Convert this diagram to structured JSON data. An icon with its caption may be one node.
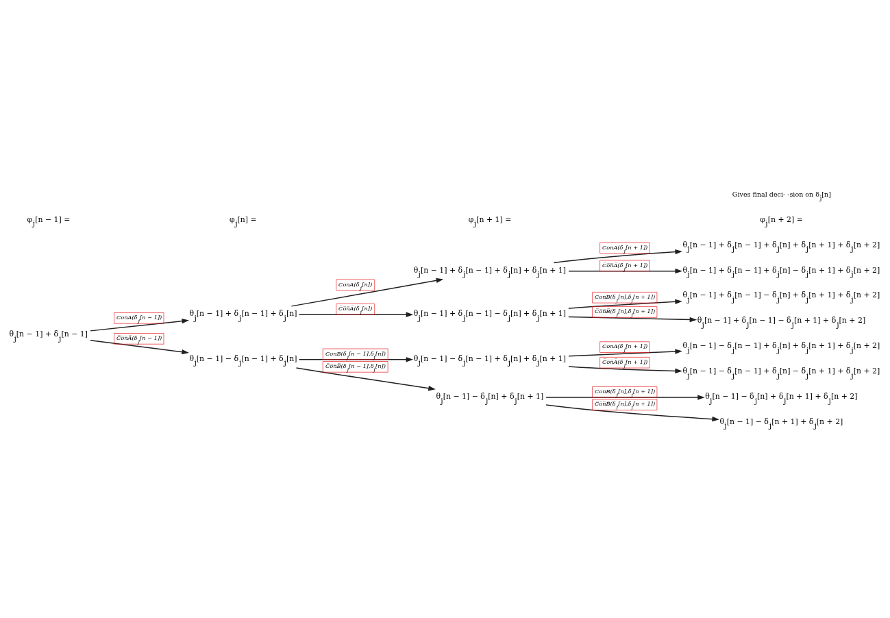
{
  "diagram": {
    "nodes": [
      {
        "text": [
          "θ$_{j}$[n − 1] + δ$_{j}$[n − 1]"
        ]
      },
      {
        "text": [
          "θ$_{j}$[n − 1] + δ$_{j}$[n − 1] + δ$_{j}$[n]"
        ]
      },
      {
        "text": [
          "θ$_{j}$[n − 1] − δ$_{j}$[n − 1] + δ$_{j}$[n]"
        ]
      },
      {
        "text": [
          "θ$_{j}$[n − 1] + δ$_{j}$[n − 1] + δ$_{j}$[n] + δ$_{j}$[n + 1]"
        ]
      },
      {
        "text": [
          "θ$_{j}$[n − 1] + δ$_{j}$[n − 1] − δ$_{j}$[n] + δ$_{j}$[n + 1]"
        ]
      },
      {
        "text": [
          "θ$_{j}$[n − 1] − δ$_{j}$[n − 1] + δ$_{j}$[n] + δ$_{j}$[n + 1]"
        ]
      },
      {
        "text": [
          "θ$_{j}$[n − 1] − δ$_{j}$[n] + δ$_{j}$[n + 1]"
        ]
      },
      {
        "text": [
          "θ$_{j}$[n − 1] + δ$_{j}$[n − 1] + δ$_{j}$[n] + δ$_{j}$[n + 1] + δ$_{j}$[n + 2]"
        ]
      },
      {
        "text": [
          "θ$_{j}$[n − 1] + δ$_{j}$[n − 1] + δ$_{j}$[n] − δ$_{j}$[n + 1] + δ$_{j}$[n + 2]"
        ]
      },
      {
        "text": [
          "θ$_{j}$[n − 1] + δ$_{j}$[n − 1] − δ$_{j}$[n] + δ$_{j}$[n + 1] + δ$_{j}$[n + 2]"
        ]
      },
      {
        "text": [
          "θ$_{j}$[n − 1] + δ$_{j}$[n − 1] − δ$_{j}$[n + 1] + δ$_{j}$[n + 2]"
        ]
      },
      {
        "text": [
          "θ$_{j}$[n − 1] − δ$_{j}$[n − 1] + δ$_{j}$[n] + δ$_{j}$[n + 1] + δ$_{j}$[n + 2]"
        ]
      },
      {
        "text": [
          "θ$_{j}$[n − 1] − δ$_{j}$[n − 1] + δ$_{j}$[n] − δ$_{j}$[n + 1] + δ$_{j}$[n + 2]"
        ]
      },
      {
        "text": [
          "θ$_{j}$[n − 1] − δ$_{j}$[n] + δ$_{j}$[n + 1] + δ$_{j}$[n + 2]"
        ]
      },
      {
        "text": [
          "θ$_{j}$[n − 1] − δ$_{j}$[n + 1] + δ$_{j}$[n + 2]"
        ]
      }
    ],
    "edges": [
      {
        "from": 0,
        "to": 1,
        "arrow": "to",
        "label": "ConA(δ$_{j}$[n − 1])"
      },
      {
        "from": 0,
        "to": 2,
        "arrow": "to",
        "label": "C̅o̅n̅A̅(δ$_{j}$[n − 1])"
      },
      {
        "from": 1,
        "to": 3,
        "arrow": "to",
        "label": "ConA(δ$_{j}$[n])"
      },
      {
        "from": 1,
        "to": 4,
        "arrow": "to",
        "label": "C̅o̅n̅A̅(δ$_{j}$[n])"
      },
      {
        "from": 2,
        "to": 5,
        "arrow": "to",
        "label": "ConB(δ$_{j}$[n − 1],δ$_{j}$[n])"
      },
      {
        "from": 2,
        "to": 6,
        "arrow": "to",
        "label": "C̅o̅n̅B̅(δ$_{j}$[n − 1],δ$_{j}$[n])"
      },
      {
        "from": 3,
        "to": 7,
        "arrow": "to",
        "label": "ConA(δ$_{j}$[n + 1])"
      },
      {
        "from": 3,
        "to": 8,
        "arrow": "to",
        "label": "C̅o̅n̅A̅(δ$_{j}$[n + 1])"
      },
      {
        "from": 4,
        "to": 9,
        "arrow": "to",
        "label": "ConB(δ$_{j}$[n],δ$_{j}$[n + 1])"
      },
      {
        "from": 4,
        "to": 10,
        "arrow": "to",
        "label": "C̅o̅n̅B̅(δ$_{j}$[n],δ$_{j}$[n + 1])"
      },
      {
        "from": 5,
        "to": 11,
        "arrow": "to",
        "label": "ConA(δ$_{j}$[n + 1])"
      },
      {
        "from": 5,
        "to": 12,
        "arrow": "to",
        "label": "C̅o̅n̅A̅(δ$_{j}$[n + 1])"
      },
      {
        "from": 6,
        "to": 13,
        "arrow": "to",
        "label": "ConB(δ$_{j}$[n],δ$_{j}$[n + 1])"
      },
      {
        "from": 6,
        "to": 14,
        "arrow": "to",
        "label": "C̅o̅n̅B̅(δ$_{j}$[n],δ$_{j}$[n + 1])"
      }
    ],
    "labels": [
      "φ$_{j}$[n − 1] =",
      "φ$_{j}$[n] =",
      "Gives final deci- -sion on δ$_{j}$[n]",
      "φ$_{j}$[n + 1] =",
      "φ$_{j}$[n + 2] ="
    ]
  }
}
